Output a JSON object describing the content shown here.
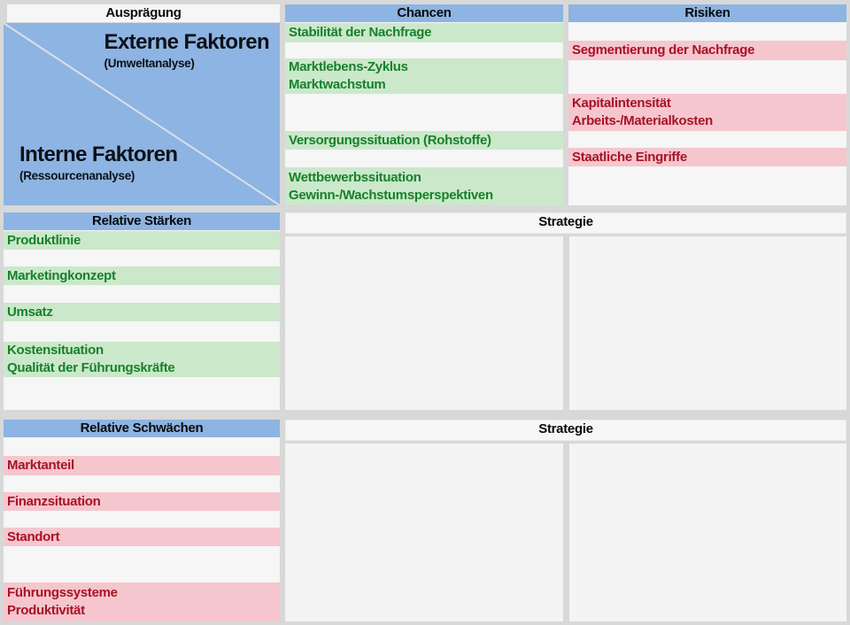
{
  "corner": {
    "header": "Ausprägung",
    "external_title": "Externe Faktoren",
    "external_subtitle": "(Umweltanalyse)",
    "internal_title": "Interne Faktoren",
    "internal_subtitle": "(Ressourcenanalyse)"
  },
  "chancen": {
    "header": "Chancen",
    "items": [
      "Stabilität der Nachfrage",
      "Marktlebens-Zyklus\nMarktwachstum",
      "Versorgungssituation (Rohstoffe)",
      "Wettbewerbssituation\nGewinn-/Wachstumsperspektiven"
    ]
  },
  "risiken": {
    "header": "Risiken",
    "items": [
      "Segmentierung der Nachfrage",
      "Kapitalintensität\nArbeits-/Materialkosten",
      "Staatliche Eingriffe"
    ]
  },
  "staerken": {
    "header": "Relative Stärken",
    "items": [
      "Produktlinie",
      "Marketingkonzept",
      "Umsatz",
      "Kostensituation\nQualität der Führungskräfte"
    ]
  },
  "schwaechen": {
    "header": "Relative Schwächen",
    "items": [
      "Marktanteil",
      "Finanzsituation",
      "Standort",
      "Führungssysteme\nProduktivität"
    ]
  },
  "strategie_top": {
    "header": "Strategie"
  },
  "strategie_bottom": {
    "header": "Strategie"
  },
  "colors": {
    "header_blue": "#8db4e2",
    "opportunity_bg": "#cbe8cb",
    "opportunity_text": "#17812a",
    "risk_bg": "#f5c6ce",
    "risk_text": "#a81226",
    "panel_bg": "#f5f6f5",
    "page_bg": "#d8d8d8"
  }
}
